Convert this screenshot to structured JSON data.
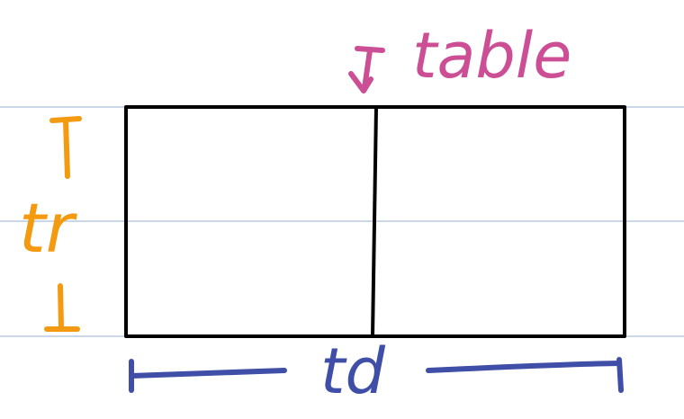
{
  "labels": {
    "table": "table",
    "row": "tr",
    "cell": "td"
  },
  "colors": {
    "table_label": "#cc4f96",
    "row_label": "#f39a10",
    "cell_label": "#3f4ea6",
    "ruled_line": "#a9bfd6",
    "outline": "#000000"
  }
}
